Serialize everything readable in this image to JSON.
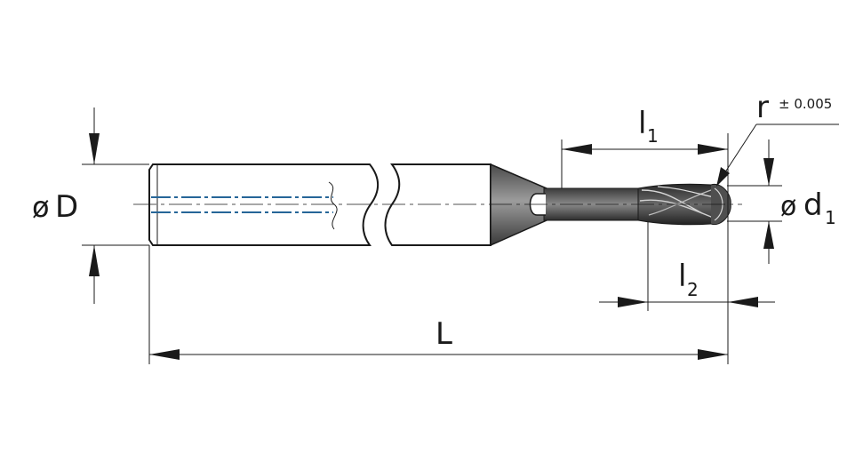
{
  "labels": {
    "shank_diameter_symbol": "ø",
    "shank_diameter_letter": "D",
    "overall_length": "L",
    "neck_length_letter": "l",
    "neck_length_index": "1",
    "flute_length_letter": "l",
    "flute_length_index": "2",
    "radius_letter": "r",
    "radius_tolerance": "± 0.005",
    "cutting_diameter_symbol": "ø",
    "cutting_diameter_letter": "d",
    "cutting_diameter_index": "1"
  },
  "colors": {
    "line": "#1a1a1a",
    "tool_body_dark": "#3b3b3b",
    "tool_body_light": "#9a9a9a",
    "coolant_channel": "#2b7fc2",
    "shank_fill": "#ffffff"
  }
}
